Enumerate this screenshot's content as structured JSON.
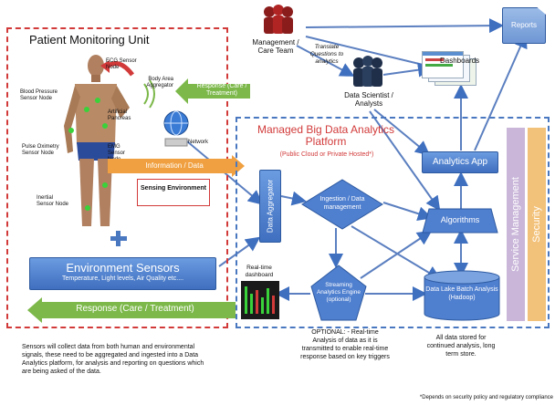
{
  "patient_unit": {
    "title": "Patient Monitoring Unit",
    "sensor_labels": {
      "ecg": "ECG Sensor Node",
      "blood_pressure": "Blood Pressure Sensor Node",
      "artificial_pancreas": "Artificial Pancreas",
      "body_area_aggregator": "Body Area Aggregator",
      "network": "Network",
      "pulse_oximetry": "Pulse Oximetry Sensor Node",
      "emg": "EMG Sensor Node",
      "inertial": "Inertial Sensor Node"
    },
    "sensing_environment": "Sensing Environment",
    "env_sensors_title": "Environment Sensors",
    "env_sensors_sub": "Temperature, Light levels, Air Quality etc...."
  },
  "arrows": {
    "response_top": "Response (Care / Treatment)",
    "information_data": "Information / Data",
    "response_bottom": "Response (Care / Treatment)",
    "translate": "Translate Questions to analytics"
  },
  "people": {
    "management": "Management / Care Team",
    "data_scientists": "Data Scientist / Analysts"
  },
  "outputs": {
    "reports": "Reports",
    "dashboards": "Dashboards"
  },
  "platform": {
    "title": "Managed Big Data Analytics Platform",
    "subtitle": "(Public Cloud or Private Hosted*)",
    "data_aggregator": "Data Aggregator",
    "ingestion": "Ingestion / Data management",
    "analytics_app": "Analytics App",
    "algorithms": "Algorithms",
    "streaming": "Streaming Analytics Engine (optional)",
    "data_lake": "Data Lake Batch Analysis (Hadoop)",
    "realtime_dashboard": "Real-time dashboard",
    "service_management": "Service Management",
    "security": "Security"
  },
  "notes": {
    "optional": "OPTIONAL: - Real-time Analysis of data as it is transmitted to enable real-time response based on key triggers",
    "data_stored": "All data stored for continued analysis, long term store.",
    "sensors": "Sensors will collect data from both human and environmental signals, these need to be aggregated and ingested into a Data Analytics platform, for analysis and reporting on questions which are being asked of the data.",
    "footnote": "*Depends on security policy and regulatory compliance"
  },
  "colors": {
    "accent_blue": "#3f6fbf",
    "red_border": "#d23a3a",
    "green_arrow": "#7cb84a",
    "orange_arrow": "#f0a040",
    "service_bar": "#c9b6d9",
    "security_bar": "#f3c27a"
  }
}
